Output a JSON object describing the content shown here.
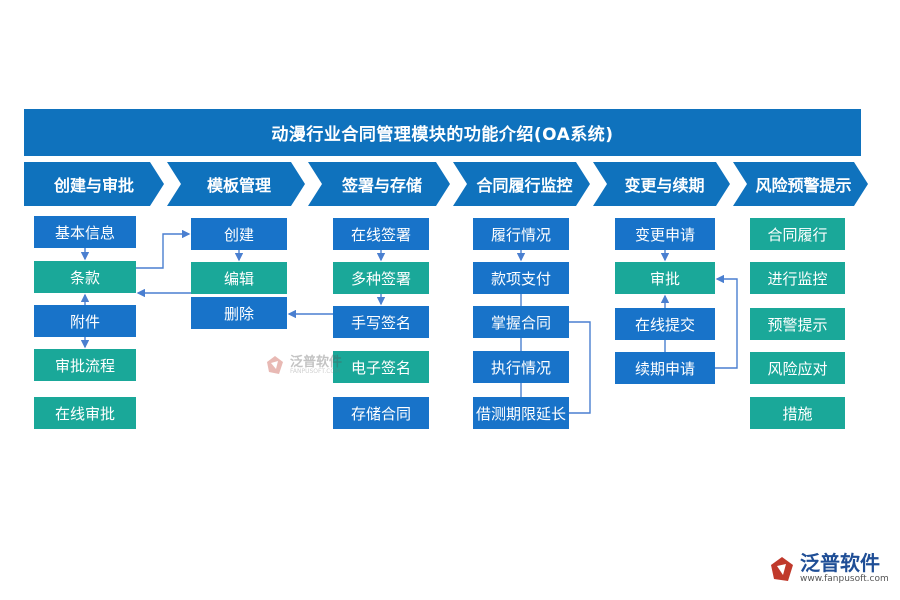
{
  "title": "动漫行业合同管理模块的功能介绍(OA系统)",
  "stages": [
    {
      "label": "创建与审批",
      "items": [
        "基本信息",
        "条款",
        "附件",
        "审批流程",
        "在线审批"
      ]
    },
    {
      "label": "模板管理",
      "items": [
        "创建",
        "编辑",
        "删除"
      ]
    },
    {
      "label": "签署与存储",
      "items": [
        "在线签署",
        "多种签署",
        "手写签名",
        "电子签名",
        "存储合同"
      ]
    },
    {
      "label": "合同履行监控",
      "items": [
        "履行情况",
        "款项支付",
        "掌握合同",
        "执行情况",
        "借测期限延长"
      ]
    },
    {
      "label": "变更与续期",
      "items": [
        "变更申请",
        "审批",
        "在线提交",
        "续期申请"
      ]
    },
    {
      "label": "风险预警提示",
      "items": [
        "合同履行",
        "进行监控",
        "预警提示",
        "风险应对",
        "措施"
      ]
    }
  ],
  "watermark_center": {
    "text": "泛普软件",
    "sub": "FANPUSOFT.COM"
  },
  "watermark_corner": {
    "text": "泛普软件",
    "url": "www.fanpusoft.com"
  },
  "colors": {
    "header": "#0f72bd",
    "blue_box": "#1873c9",
    "teal_box": "#1aa899",
    "connector": "#4a7fd0"
  }
}
